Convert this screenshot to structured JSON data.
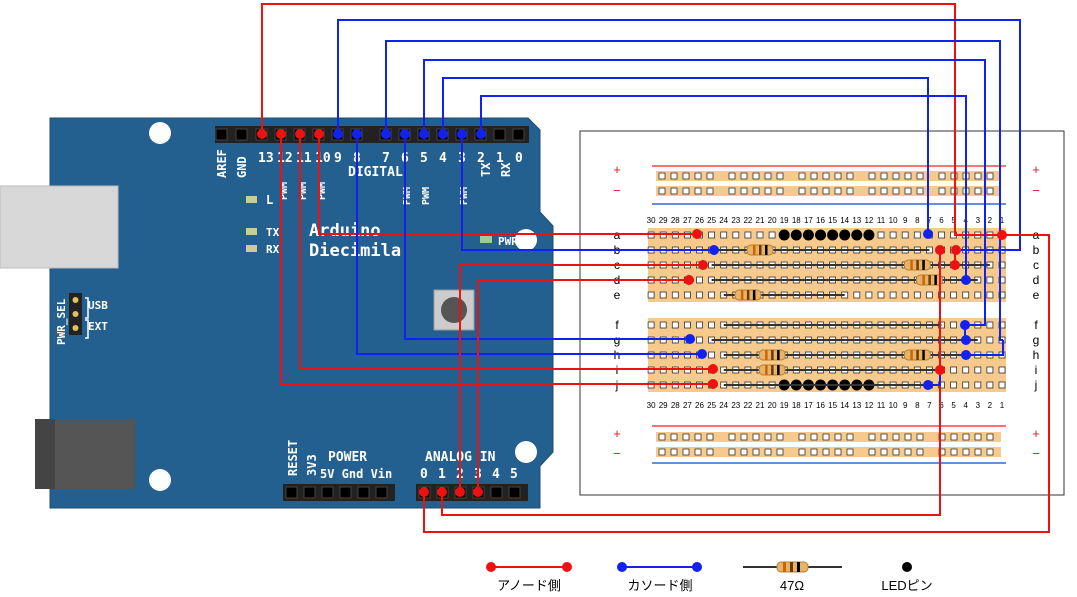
{
  "colors": {
    "anode": "#ee1111",
    "cathode": "#1122ee",
    "board": "#235f8f",
    "board_dark": "#1f557f",
    "header": "#222222",
    "breadboard_bg": "#ffffff",
    "rail_red": "#ff4444",
    "rail_blue": "#3366dd",
    "hole": "#e9a23b",
    "led_pin": "#000000",
    "resistor_body": "#e8b26a",
    "gray": "#cccccc"
  },
  "arduino": {
    "name_line1": "Arduino",
    "name_line2": "Diecimila",
    "digital_label": "DIGITAL",
    "aref": "AREF",
    "gnd": "GND",
    "top_pins": [
      "13",
      "12",
      "11",
      "10",
      "9",
      "8",
      "7",
      "6",
      "5",
      "4",
      "3",
      "2",
      "1",
      "0"
    ],
    "pwm": "PWM",
    "tx": "TX",
    "rx": "RX",
    "l_led": "L",
    "tx_led": "TX",
    "rx_led": "RX",
    "pwr_led": "PWR",
    "pwr_sel": "PWR_SEL",
    "usb": "USB",
    "ext": "EXT",
    "reset": "RESET",
    "v3": "3V3",
    "power": "POWER",
    "power_pins": "5V Gnd Vin",
    "analog_in": "ANALOG IN",
    "analog_pins": [
      "0",
      "1",
      "2",
      "3",
      "4",
      "5"
    ]
  },
  "breadboard": {
    "plus": "+",
    "minus": "−",
    "columns_desc": [
      "30",
      "29",
      "28",
      "27",
      "26",
      "25",
      "24",
      "23",
      "22",
      "21",
      "20",
      "19",
      "18",
      "17",
      "16",
      "15",
      "14",
      "13",
      "12",
      "11",
      "10",
      "9",
      "8",
      "7",
      "6",
      "5",
      "4",
      "3",
      "2",
      "1"
    ],
    "rows_top": [
      "a",
      "b",
      "c",
      "d",
      "e"
    ],
    "rows_bottom": [
      "f",
      "g",
      "h",
      "i",
      "j"
    ]
  },
  "legend": {
    "anode": "アノード側",
    "cathode": "カソード側",
    "resistor": "47Ω",
    "led_pin": "LEDピン"
  }
}
